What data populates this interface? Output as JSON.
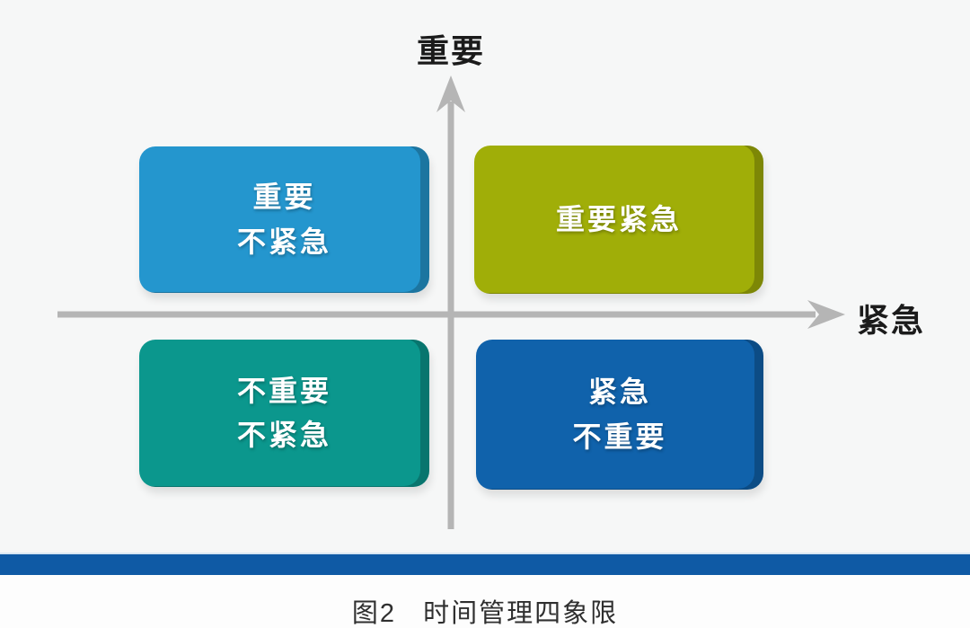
{
  "figure": {
    "axes": {
      "y_label": "重要",
      "x_label": "紧急",
      "axis_color": "#b5b5b5"
    },
    "quadrants": {
      "top_left": {
        "line1": "重要",
        "line2": "不紧急",
        "color": "#2496ce"
      },
      "top_right": {
        "line1": "重要紧急",
        "color": "#a0ae08"
      },
      "bottom_left": {
        "line1": "不重要",
        "line2": "不紧急",
        "color": "#0b978d"
      },
      "bottom_right": {
        "line1": "紧急",
        "line2": "不重要",
        "color": "#1062ab"
      }
    },
    "divider_color": "#0f5aa5",
    "caption": {
      "label": "图2",
      "title": "时间管理四象限"
    }
  }
}
